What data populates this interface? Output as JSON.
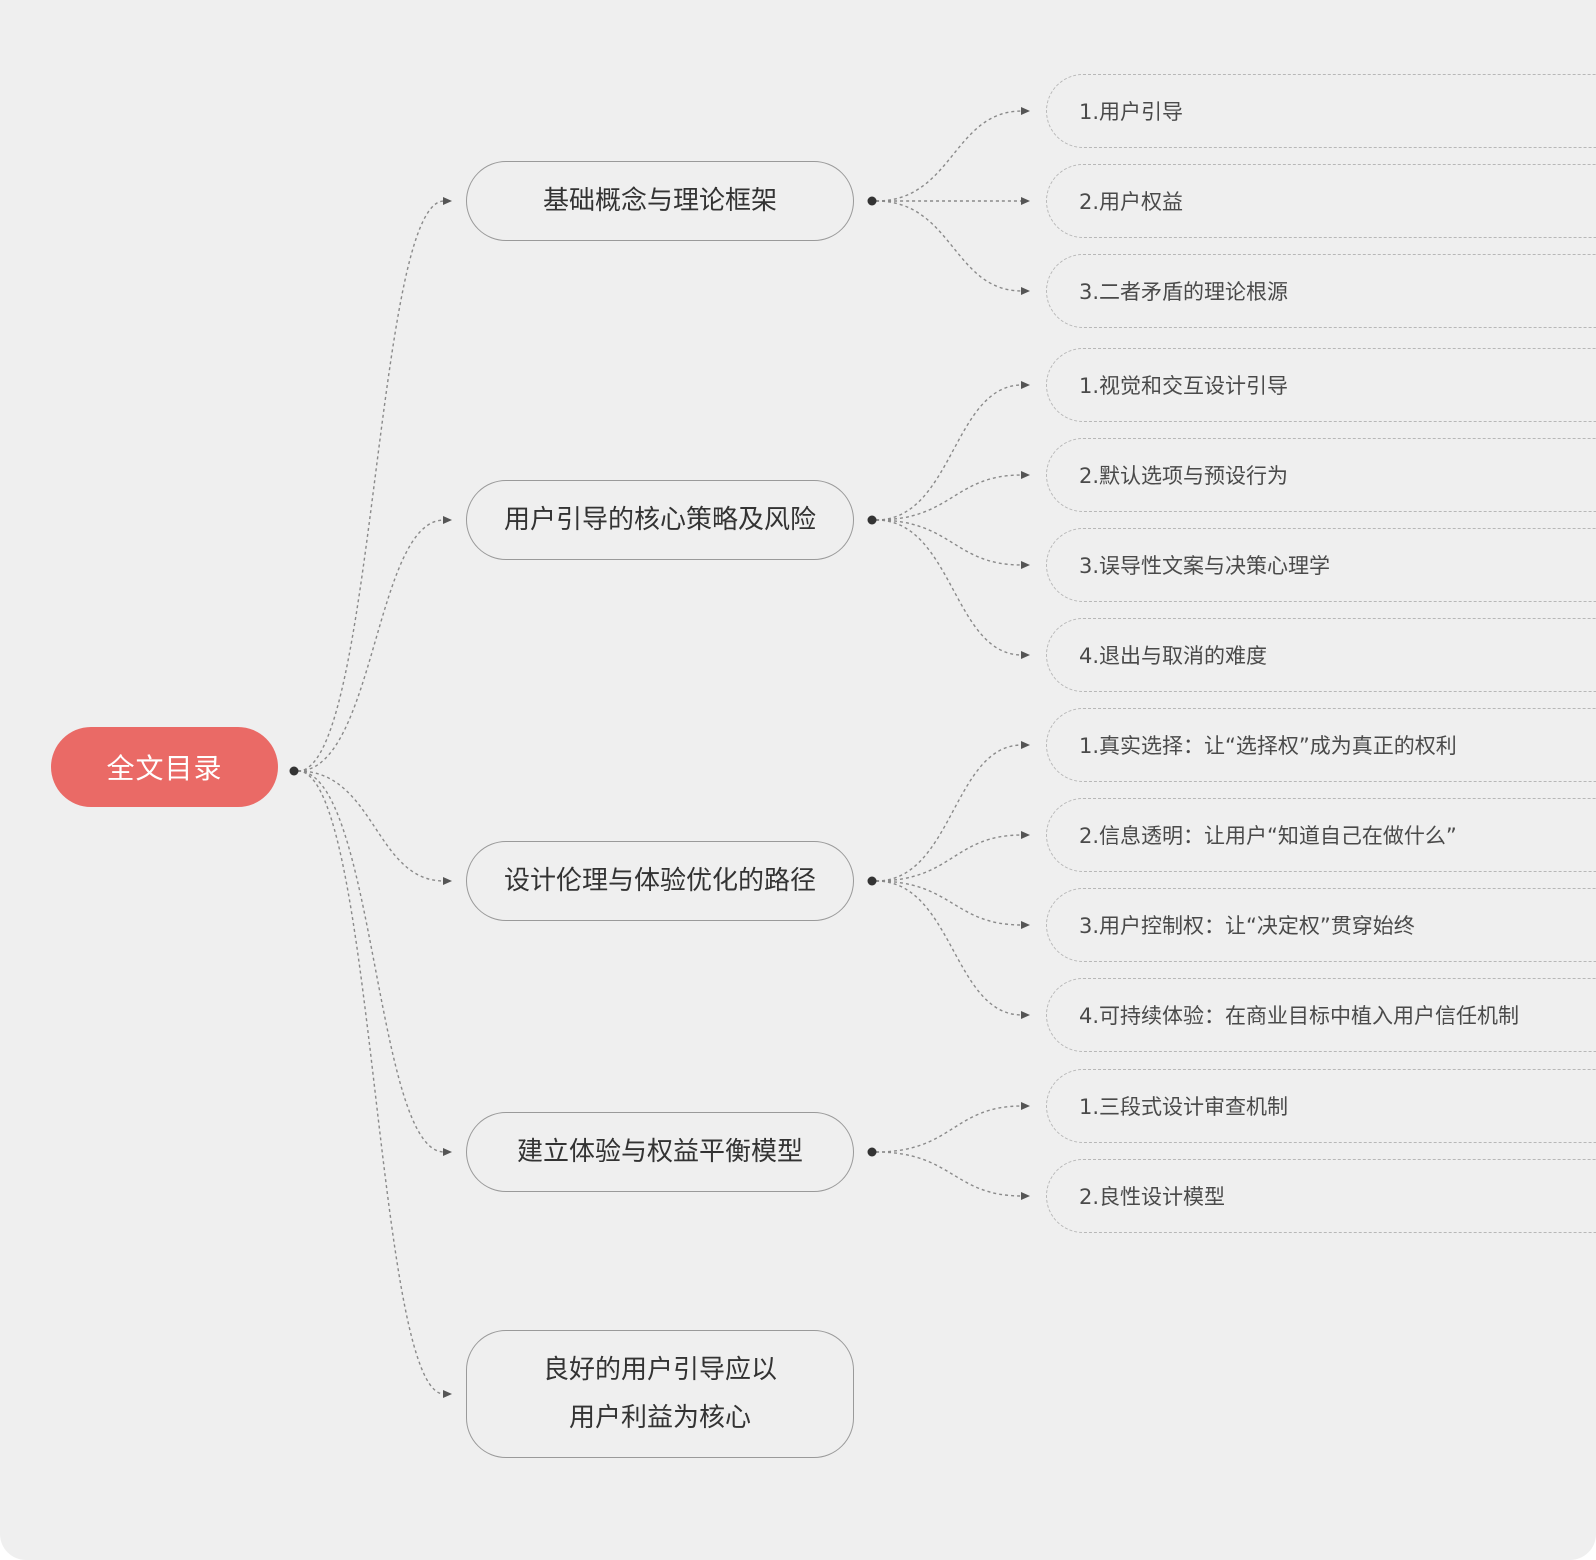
{
  "root": {
    "label": "全文目录"
  },
  "sections": [
    {
      "label": "基础概念与理论框架",
      "items": [
        "1.用户引导",
        "2.用户权益",
        "3.二者矛盾的理论根源"
      ]
    },
    {
      "label": "用户引导的核心策略及风险",
      "items": [
        "1.视觉和交互设计引导",
        "2.默认选项与预设行为",
        "3.误导性文案与决策心理学",
        "4.退出与取消的难度"
      ]
    },
    {
      "label": "设计伦理与体验优化的路径",
      "items": [
        "1.真实选择：让“选择权”成为真正的权利",
        "2.信息透明：让用户“知道自己在做什么”",
        "3.用户控制权：让“决定权”贯穿始终",
        "4.可持续体验：在商业目标中植入用户信任机制"
      ]
    },
    {
      "label": "建立体验与权益平衡模型",
      "items": [
        "1.三段式设计审查机制",
        "2.良性设计模型"
      ]
    },
    {
      "label_lines": [
        "良好的用户引导应以",
        "用户利益为核心"
      ],
      "items": []
    }
  ],
  "colors": {
    "root_fill": "#ea6a66",
    "background": "#efefef",
    "line": "#8a8a8a"
  }
}
